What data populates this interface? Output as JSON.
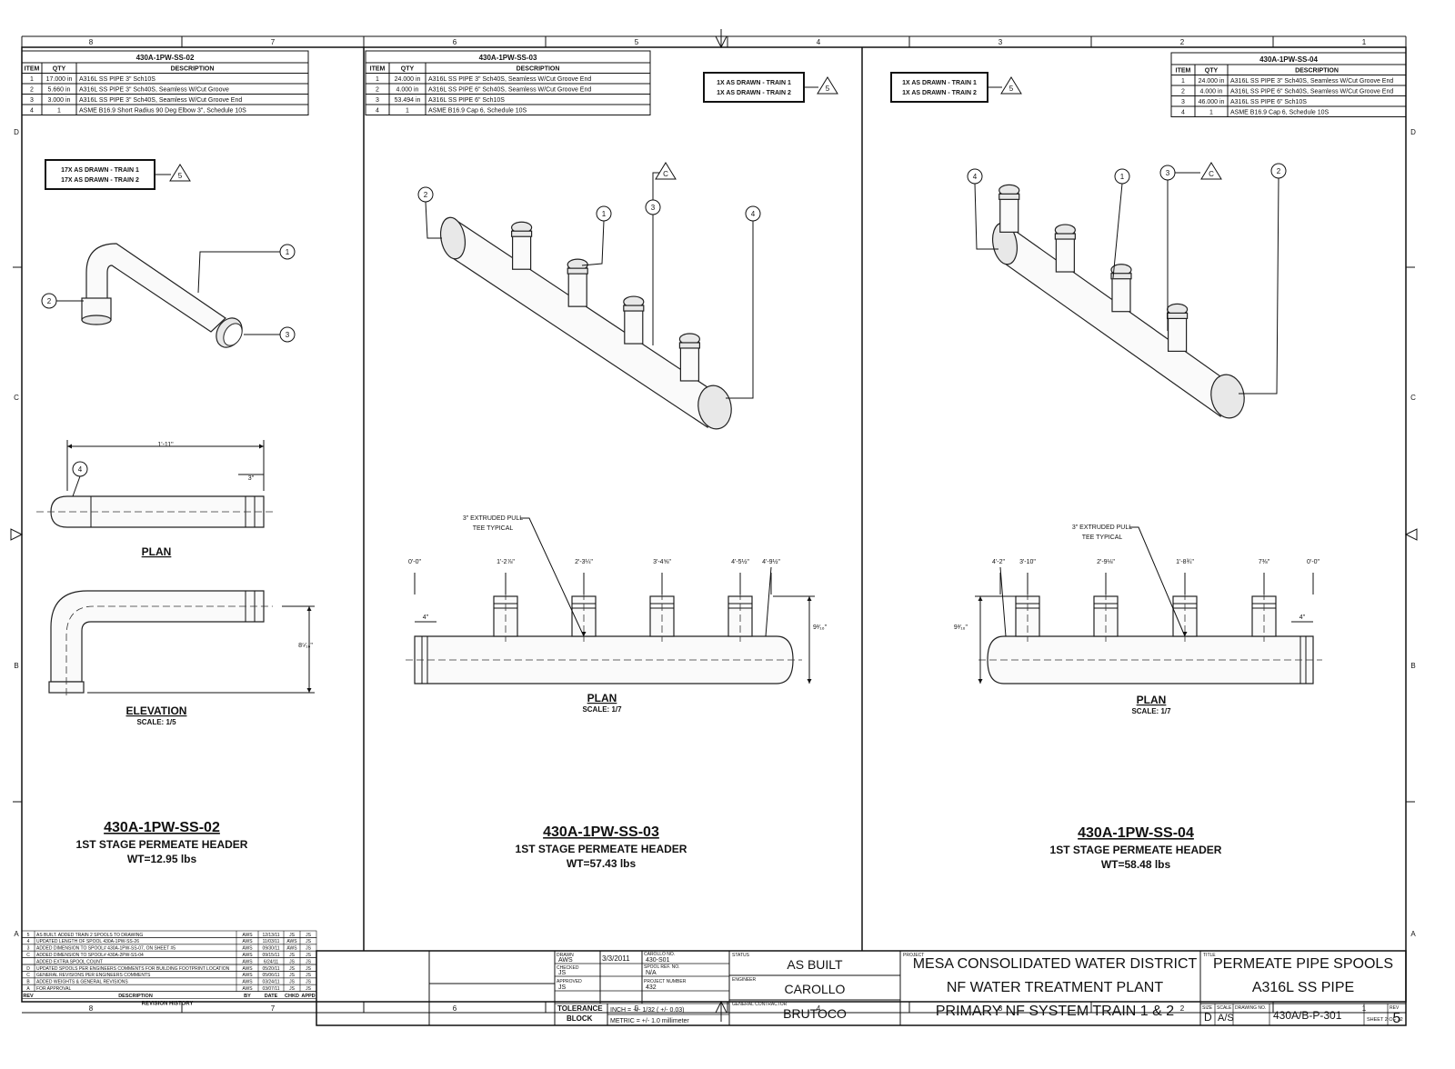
{
  "border": {
    "columns_top": [
      "8",
      "7",
      "6",
      "5",
      "4",
      "3",
      "2",
      "1"
    ],
    "columns_bottom": [
      "8",
      "7",
      "6",
      "5",
      "4",
      "3",
      "2",
      "1"
    ],
    "rows": [
      "D",
      "C",
      "B",
      "A"
    ]
  },
  "spools": [
    {
      "id": "430A-1PW-SS-02",
      "table_title": "430A-1PW-SS-02",
      "headers": [
        "ITEM",
        "QTY",
        "DESCRIPTION"
      ],
      "rows": [
        [
          "1",
          "17.000 in",
          "A316L SS PIPE 3\" Sch10S"
        ],
        [
          "2",
          "5.660 in",
          "A316L SS PIPE 3\" Sch40S, Seamless W/Cut Groove"
        ],
        [
          "3",
          "3.000 in",
          "A316L SS PIPE 3\" Sch40S, Seamless W/Cut Groove End"
        ],
        [
          "4",
          "1",
          "ASME B16.9 Short Radius 90 Deg Elbow 3\", Schedule 10S"
        ]
      ],
      "note_lines": [
        "17X AS DRAWN - TRAIN 1",
        "17X AS DRAWN - TRAIN 2"
      ],
      "note_rev": "5",
      "name": "430A-1PW-SS-02",
      "service": "1ST STAGE PERMEATE HEADER",
      "weight": "WT=12.95 lbs",
      "plan_label": "PLAN",
      "elev_label": "ELEVATION",
      "scale": "SCALE: 1/5",
      "dims": {
        "length": "1'-11\"",
        "end": "3\"",
        "height": "8⁵⁄₁₆\""
      },
      "callouts": [
        "1",
        "2",
        "3",
        "4"
      ]
    },
    {
      "id": "430A-1PW-SS-03",
      "table_title": "430A-1PW-SS-03",
      "headers": [
        "ITEM",
        "QTY",
        "DESCRIPTION"
      ],
      "rows": [
        [
          "1",
          "24.000 in",
          "A316L SS PIPE 3\" Sch40S, Seamless W/Cut Groove End"
        ],
        [
          "2",
          "4.000 in",
          "A316L SS PIPE 6\" Sch40S, Seamless W/Cut Groove End"
        ],
        [
          "3",
          "53.494 in",
          "A316L SS PIPE 6\" Sch10S"
        ],
        [
          "4",
          "1",
          "ASME B16.9 Cap 6, Schedule 10S"
        ]
      ],
      "note_lines": [
        "1X AS DRAWN - TRAIN 1",
        "1X AS DRAWN - TRAIN 2"
      ],
      "note_rev": "5",
      "rev_c": "C",
      "name": "430A-1PW-SS-03",
      "service": "1ST STAGE PERMEATE HEADER",
      "weight": "WT=57.43 lbs",
      "plan_label": "PLAN",
      "scale": "SCALE: 1/7",
      "tee_note": [
        "3\" EXTRUDED PULL",
        "TEE TYPICAL"
      ],
      "dims": [
        "0'-0\"",
        "1'-2⅞\"",
        "2'-3¼\"",
        "3'-4⅝\"",
        "4'-5½\"",
        "4'-9½\""
      ],
      "end_dim": "4\"",
      "height_dim": "9³⁄₁₆\"",
      "callouts": [
        "1",
        "2",
        "3",
        "4"
      ]
    },
    {
      "id": "430A-1PW-SS-04",
      "table_title": "430A-1PW-SS-04",
      "headers": [
        "ITEM",
        "QTY",
        "DESCRIPTION"
      ],
      "rows": [
        [
          "1",
          "24.000 in",
          "A316L SS PIPE 3\" Sch40S, Seamless W/Cut Groove End"
        ],
        [
          "2",
          "4.000 in",
          "A316L SS PIPE 6\" Sch40S, Seamless W/Cut Groove End"
        ],
        [
          "3",
          "46.000 in",
          "A316L SS PIPE 6\" Sch10S"
        ],
        [
          "4",
          "1",
          "ASME B16.9 Cap 6, Schedule 10S"
        ]
      ],
      "note_lines": [
        "1X AS DRAWN - TRAIN 1",
        "1X AS DRAWN - TRAIN 2"
      ],
      "note_rev": "5",
      "rev_c": "C",
      "name": "430A-1PW-SS-04",
      "service": "1ST STAGE PERMEATE HEADER",
      "weight": "WT=58.48 lbs",
      "plan_label": "PLAN",
      "scale": "SCALE: 1/7",
      "tee_note": [
        "3\" EXTRUDED PULL",
        "TEE TYPICAL"
      ],
      "dims": [
        "4'-2\"",
        "3'-10\"",
        "2'-9⅛\"",
        "1'-8¾\"",
        "7⅜\"",
        "0'-0\""
      ],
      "end_dim": "4\"",
      "height_dim": "9³⁄₁₆\"",
      "callouts": [
        "1",
        "2",
        "3",
        "4"
      ]
    }
  ],
  "revision_history": {
    "rows": [
      [
        "5",
        "AS BUILT. ADDED TRAIN 2 SPOOLS TO DRAWING",
        "AWS",
        "12/13/11",
        "JS",
        "JS"
      ],
      [
        "4",
        "UPDATED LENGTH OF SPOOL 430A-1PW-SS-26",
        "AWS",
        "11/03/11",
        "AWS",
        "JS"
      ],
      [
        "3",
        "ADDED DIMENSION TO SPOOL# 430A-1PW-SS-07, ON SHEET #5",
        "AWS",
        "09/30/11",
        "AWS",
        "JS"
      ],
      [
        "C",
        "ADDED DIMENSION TO SPOOL# 430A-2PW-SS-04",
        "AWS",
        "09/15/11",
        "JS",
        "JS"
      ],
      [
        "",
        "ADDED EXTRA SPOOL COUNT",
        "AWS",
        "6/24/11",
        "JS",
        "JS"
      ],
      [
        "D",
        "UPDATED SPOOLS PER ENGINEERS COMMENTS FOR BUILDING FOOTPRINT LOCATION",
        "AWS",
        "05/20/11",
        "JS",
        "JS"
      ],
      [
        "C",
        "GENERAL REVISIONS PER ENGINEERS COMMENTS",
        "AWS",
        "05/06/11",
        "JS",
        "JS"
      ],
      [
        "B",
        "ADDED WEIGHTS & GENERAL REVISIONS",
        "AWS",
        "03/24/11",
        "JS",
        "JS"
      ],
      [
        "A",
        "FOR APPROVAL",
        "AWS",
        "03/07/11",
        "JS",
        "JS"
      ]
    ],
    "headers": [
      "REV",
      "DESCRIPTION",
      "BY",
      "DATE",
      "CHKD",
      "APPD"
    ],
    "title": "REVISION HISTORY"
  },
  "title_block": {
    "drawn_lbl": "DRAWN",
    "drawn": "AWS",
    "date": "3/3/2011",
    "checked_lbl": "CHECKED",
    "checked": "JS",
    "approved_lbl": "APPROVED",
    "approved": "JS",
    "project_no_lbl": "CAROLLO NO.",
    "project_no": "430-S01",
    "spool_lbl": "SPOOL REF. NO.",
    "spool_no": "N/A",
    "job_lbl": "PROJECT NUMBER",
    "job_no": "432",
    "tolerance_lbl": "TOLERANCE BLOCK",
    "tol_inch": "INCH = +/- 1/32 ( +/- 0.03)",
    "tol_metric": "METRIC = +/- 1.0 millimeter",
    "status_lbl": "STATUS",
    "status": "AS BUILT",
    "engineer_lbl": "ENGINEER",
    "engineer": "CAROLLO",
    "contractor_lbl": "GENERAL CONTRACTOR",
    "contractor": "BRUTOCO",
    "project_lbl": "PROJECT",
    "project_lines": [
      "MESA CONSOLIDATED WATER DISTRICT",
      "NF WATER TREATMENT PLANT",
      "PRIMARY NF SYSTEM TRAIN 1 & 2"
    ],
    "title_lbl": "TITLE",
    "title_lines": [
      "PERMEATE PIPE SPOOLS",
      "A316L SS PIPE"
    ],
    "size_lbl": "SIZE",
    "size": "D",
    "scale_lbl": "SCALE",
    "scale": "A/S",
    "dwg_lbl": "DRAWING NO.",
    "dwg": "430A/B-P-301",
    "sheet": "SHEET 2 OF 12",
    "rev_lbl": "REV",
    "rev": "5"
  }
}
